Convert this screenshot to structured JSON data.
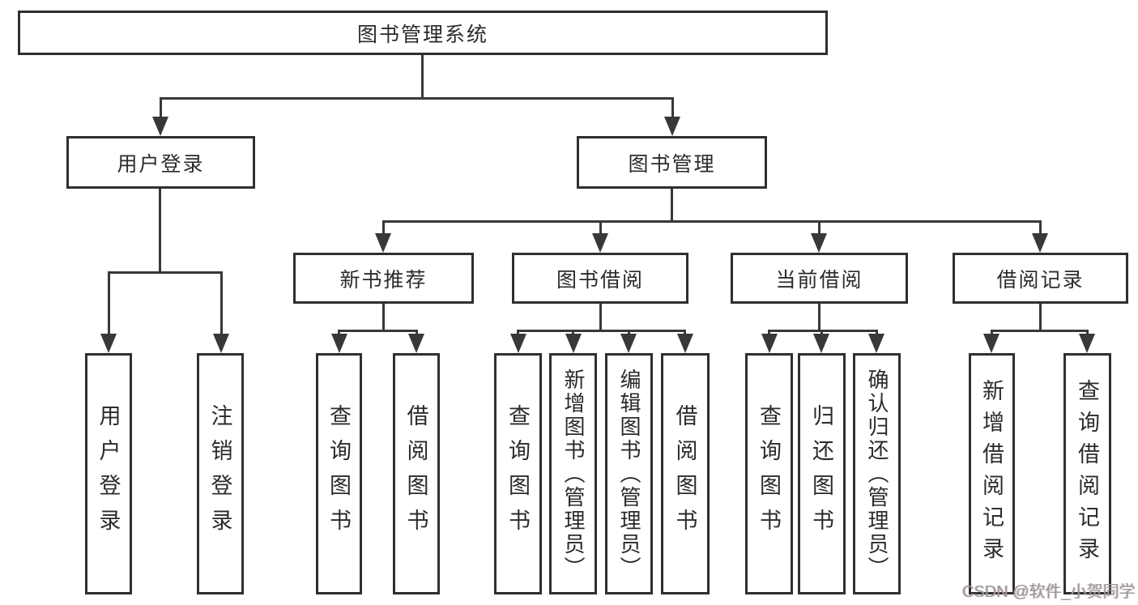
{
  "colors": {
    "background": "#ffffff",
    "line": "#383838",
    "box_border": "#2f2f2f",
    "text": "#2b2b2b",
    "watermark": "#9a9a9a"
  },
  "watermark": "CSDN @软件_小贺同学",
  "tree": {
    "root": "图书管理系统",
    "login": {
      "label": "用户登录",
      "children": [
        "用户登录",
        "注销登录"
      ]
    },
    "manage": {
      "label": "图书管理",
      "sections": [
        {
          "label": "新书推荐",
          "children": [
            "查询图书",
            "借阅图书"
          ]
        },
        {
          "label": "图书借阅",
          "children": [
            "查询图书",
            "新增图书（管理员）",
            "编辑图书（管理员）",
            "借阅图书"
          ]
        },
        {
          "label": "当前借阅",
          "children": [
            "查询图书",
            "归还图书",
            "确认归还（管理员）"
          ]
        },
        {
          "label": "借阅记录",
          "children": [
            "新增借阅记录",
            "查询借阅记录"
          ]
        }
      ]
    }
  }
}
